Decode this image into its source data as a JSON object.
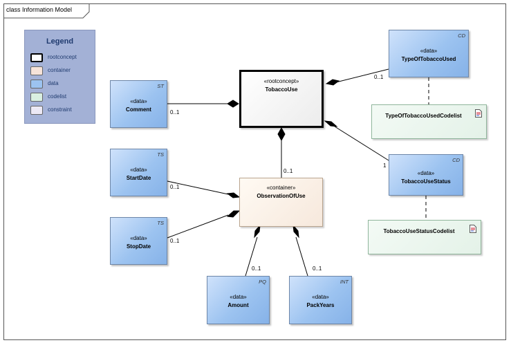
{
  "diagram": {
    "title": "class Information Model"
  },
  "legend": {
    "title": "Legend",
    "items": [
      {
        "label": "rootconcept",
        "color": "#ffffff"
      },
      {
        "label": "container",
        "color": "#f6e3d9"
      },
      {
        "label": "data",
        "color": "#9cc3f0"
      },
      {
        "label": "codelist",
        "color": "#d9efe1"
      },
      {
        "label": "constraint",
        "color": "#ece9f5"
      }
    ]
  },
  "classes": {
    "tobacco_use": {
      "stereotype": "«rootconcept»",
      "name": "TobaccoUse"
    },
    "comment": {
      "stereotype": "«data»",
      "name": "Comment",
      "type": "ST"
    },
    "start_date": {
      "stereotype": "«data»",
      "name": "StartDate",
      "type": "TS"
    },
    "stop_date": {
      "stereotype": "«data»",
      "name": "StopDate",
      "type": "TS"
    },
    "observation_of_use": {
      "stereotype": "«container»",
      "name": "ObservationOfUse"
    },
    "amount": {
      "stereotype": "«data»",
      "name": "Amount",
      "type": "PQ"
    },
    "pack_years": {
      "stereotype": "«data»",
      "name": "PackYears",
      "type": "INT"
    },
    "type_of_tobacco_used": {
      "stereotype": "«data»",
      "name": "TypeOfTobaccoUsed",
      "type": "CD"
    },
    "type_of_tobacco_used_codelist": {
      "name": "TypeOfTobaccoUsedCodelist"
    },
    "tobacco_use_status": {
      "stereotype": "«data»",
      "name": "TobaccoUseStatus",
      "type": "CD"
    },
    "tobacco_use_status_codelist": {
      "name": "TobaccoUseStatusCodelist"
    }
  },
  "multiplicities": {
    "comment": "0..1",
    "type_of_tobacco_used": "0..1",
    "tobacco_use_status": "1",
    "observation_of_use": "0..1",
    "start_date": "0..1",
    "stop_date": "0..1",
    "amount": "0..1",
    "pack_years": "0..1"
  }
}
